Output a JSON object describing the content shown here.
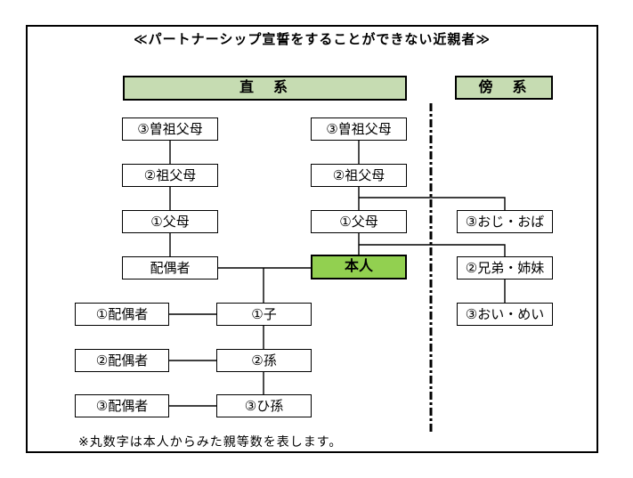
{
  "title": "≪パートナーシップ宣誓をすることができない近親者≫",
  "headers": {
    "direct": "直　系",
    "collateral": "傍　系"
  },
  "nodes": {
    "direct_left": [
      "③曽祖父母",
      "②祖父母",
      "①父母",
      "配偶者"
    ],
    "direct_center": [
      "③曽祖父母",
      "②祖父母",
      "①父母"
    ],
    "self": "本人",
    "collateral": [
      "③おじ・おば",
      "②兄弟・姉妹",
      "③おい・めい"
    ],
    "descendant_spouses": [
      "①配偶者",
      "②配偶者",
      "③配偶者"
    ],
    "descendants": [
      "①子",
      "②孫",
      "③ひ孫"
    ]
  },
  "footnote": "※丸数字は本人からみた親等数を表します。",
  "colors": {
    "header_fill": "#c6dcb2",
    "self_fill": "#92d050",
    "line": "#000000"
  }
}
